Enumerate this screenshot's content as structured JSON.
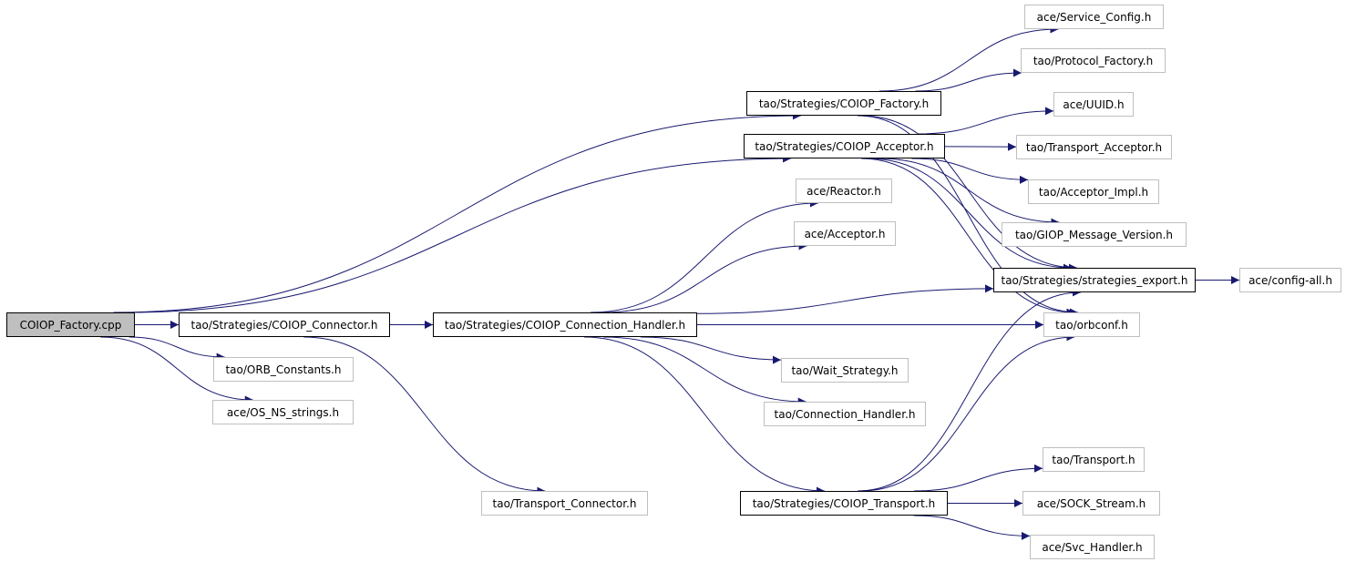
{
  "nodes": [
    {
      "id": "root",
      "label": "COIOP_Factory.cpp",
      "style": "root"
    },
    {
      "id": "connector",
      "label": "tao/Strategies/COIOP_Connector.h",
      "style": "strong"
    },
    {
      "id": "conn_handler",
      "label": "tao/Strategies/COIOP_Connection_Handler.h",
      "style": "strong"
    },
    {
      "id": "factory",
      "label": "tao/Strategies/COIOP_Factory.h",
      "style": "strong"
    },
    {
      "id": "acceptor",
      "label": "tao/Strategies/COIOP_Acceptor.h",
      "style": "strong"
    },
    {
      "id": "transport",
      "label": "tao/Strategies/COIOP_Transport.h",
      "style": "strong"
    },
    {
      "id": "strategies_export",
      "label": "tao/Strategies/strategies_export.h",
      "style": "strong"
    },
    {
      "id": "service_config",
      "label": "ace/Service_Config.h",
      "style": "weak"
    },
    {
      "id": "protocol_factory",
      "label": "tao/Protocol_Factory.h",
      "style": "weak"
    },
    {
      "id": "uuid",
      "label": "ace/UUID.h",
      "style": "weak"
    },
    {
      "id": "transport_acceptor",
      "label": "tao/Transport_Acceptor.h",
      "style": "weak"
    },
    {
      "id": "acceptor_impl",
      "label": "tao/Acceptor_Impl.h",
      "style": "weak"
    },
    {
      "id": "giop_msg_version",
      "label": "tao/GIOP_Message_Version.h",
      "style": "weak"
    },
    {
      "id": "reactor",
      "label": "ace/Reactor.h",
      "style": "weak"
    },
    {
      "id": "ace_acceptor",
      "label": "ace/Acceptor.h",
      "style": "weak"
    },
    {
      "id": "config_all",
      "label": "ace/config-all.h",
      "style": "weak"
    },
    {
      "id": "orbconf",
      "label": "tao/orbconf.h",
      "style": "weak"
    },
    {
      "id": "orb_constants",
      "label": "tao/ORB_Constants.h",
      "style": "weak"
    },
    {
      "id": "os_ns_strings",
      "label": "ace/OS_NS_strings.h",
      "style": "weak"
    },
    {
      "id": "wait_strategy",
      "label": "tao/Wait_Strategy.h",
      "style": "weak"
    },
    {
      "id": "connection_handler",
      "label": "tao/Connection_Handler.h",
      "style": "weak"
    },
    {
      "id": "transport_connector",
      "label": "tao/Transport_Connector.h",
      "style": "weak"
    },
    {
      "id": "tao_transport",
      "label": "tao/Transport.h",
      "style": "weak"
    },
    {
      "id": "sock_stream",
      "label": "ace/SOCK_Stream.h",
      "style": "weak"
    },
    {
      "id": "svc_handler",
      "label": "ace/Svc_Handler.h",
      "style": "weak"
    }
  ],
  "edges": [
    [
      "root",
      "factory"
    ],
    [
      "root",
      "acceptor"
    ],
    [
      "root",
      "connector"
    ],
    [
      "root",
      "orb_constants"
    ],
    [
      "root",
      "os_ns_strings"
    ],
    [
      "connector",
      "conn_handler"
    ],
    [
      "connector",
      "transport_connector"
    ],
    [
      "connector",
      "orbconf"
    ],
    [
      "conn_handler",
      "reactor"
    ],
    [
      "conn_handler",
      "ace_acceptor"
    ],
    [
      "conn_handler",
      "strategies_export"
    ],
    [
      "conn_handler",
      "orbconf"
    ],
    [
      "conn_handler",
      "wait_strategy"
    ],
    [
      "conn_handler",
      "connection_handler"
    ],
    [
      "conn_handler",
      "transport"
    ],
    [
      "factory",
      "service_config"
    ],
    [
      "factory",
      "protocol_factory"
    ],
    [
      "factory",
      "strategies_export"
    ],
    [
      "factory",
      "orbconf"
    ],
    [
      "acceptor",
      "uuid"
    ],
    [
      "acceptor",
      "transport_acceptor"
    ],
    [
      "acceptor",
      "acceptor_impl"
    ],
    [
      "acceptor",
      "giop_msg_version"
    ],
    [
      "acceptor",
      "strategies_export"
    ],
    [
      "acceptor",
      "orbconf"
    ],
    [
      "transport",
      "tao_transport"
    ],
    [
      "transport",
      "sock_stream"
    ],
    [
      "transport",
      "svc_handler"
    ],
    [
      "transport",
      "strategies_export"
    ],
    [
      "transport",
      "orbconf"
    ],
    [
      "strategies_export",
      "config_all"
    ]
  ],
  "colors": {
    "edge": "#191970",
    "root_fill": "#bfbfbf",
    "strong_border": "#000000",
    "weak_border": "#bfbfbf"
  }
}
